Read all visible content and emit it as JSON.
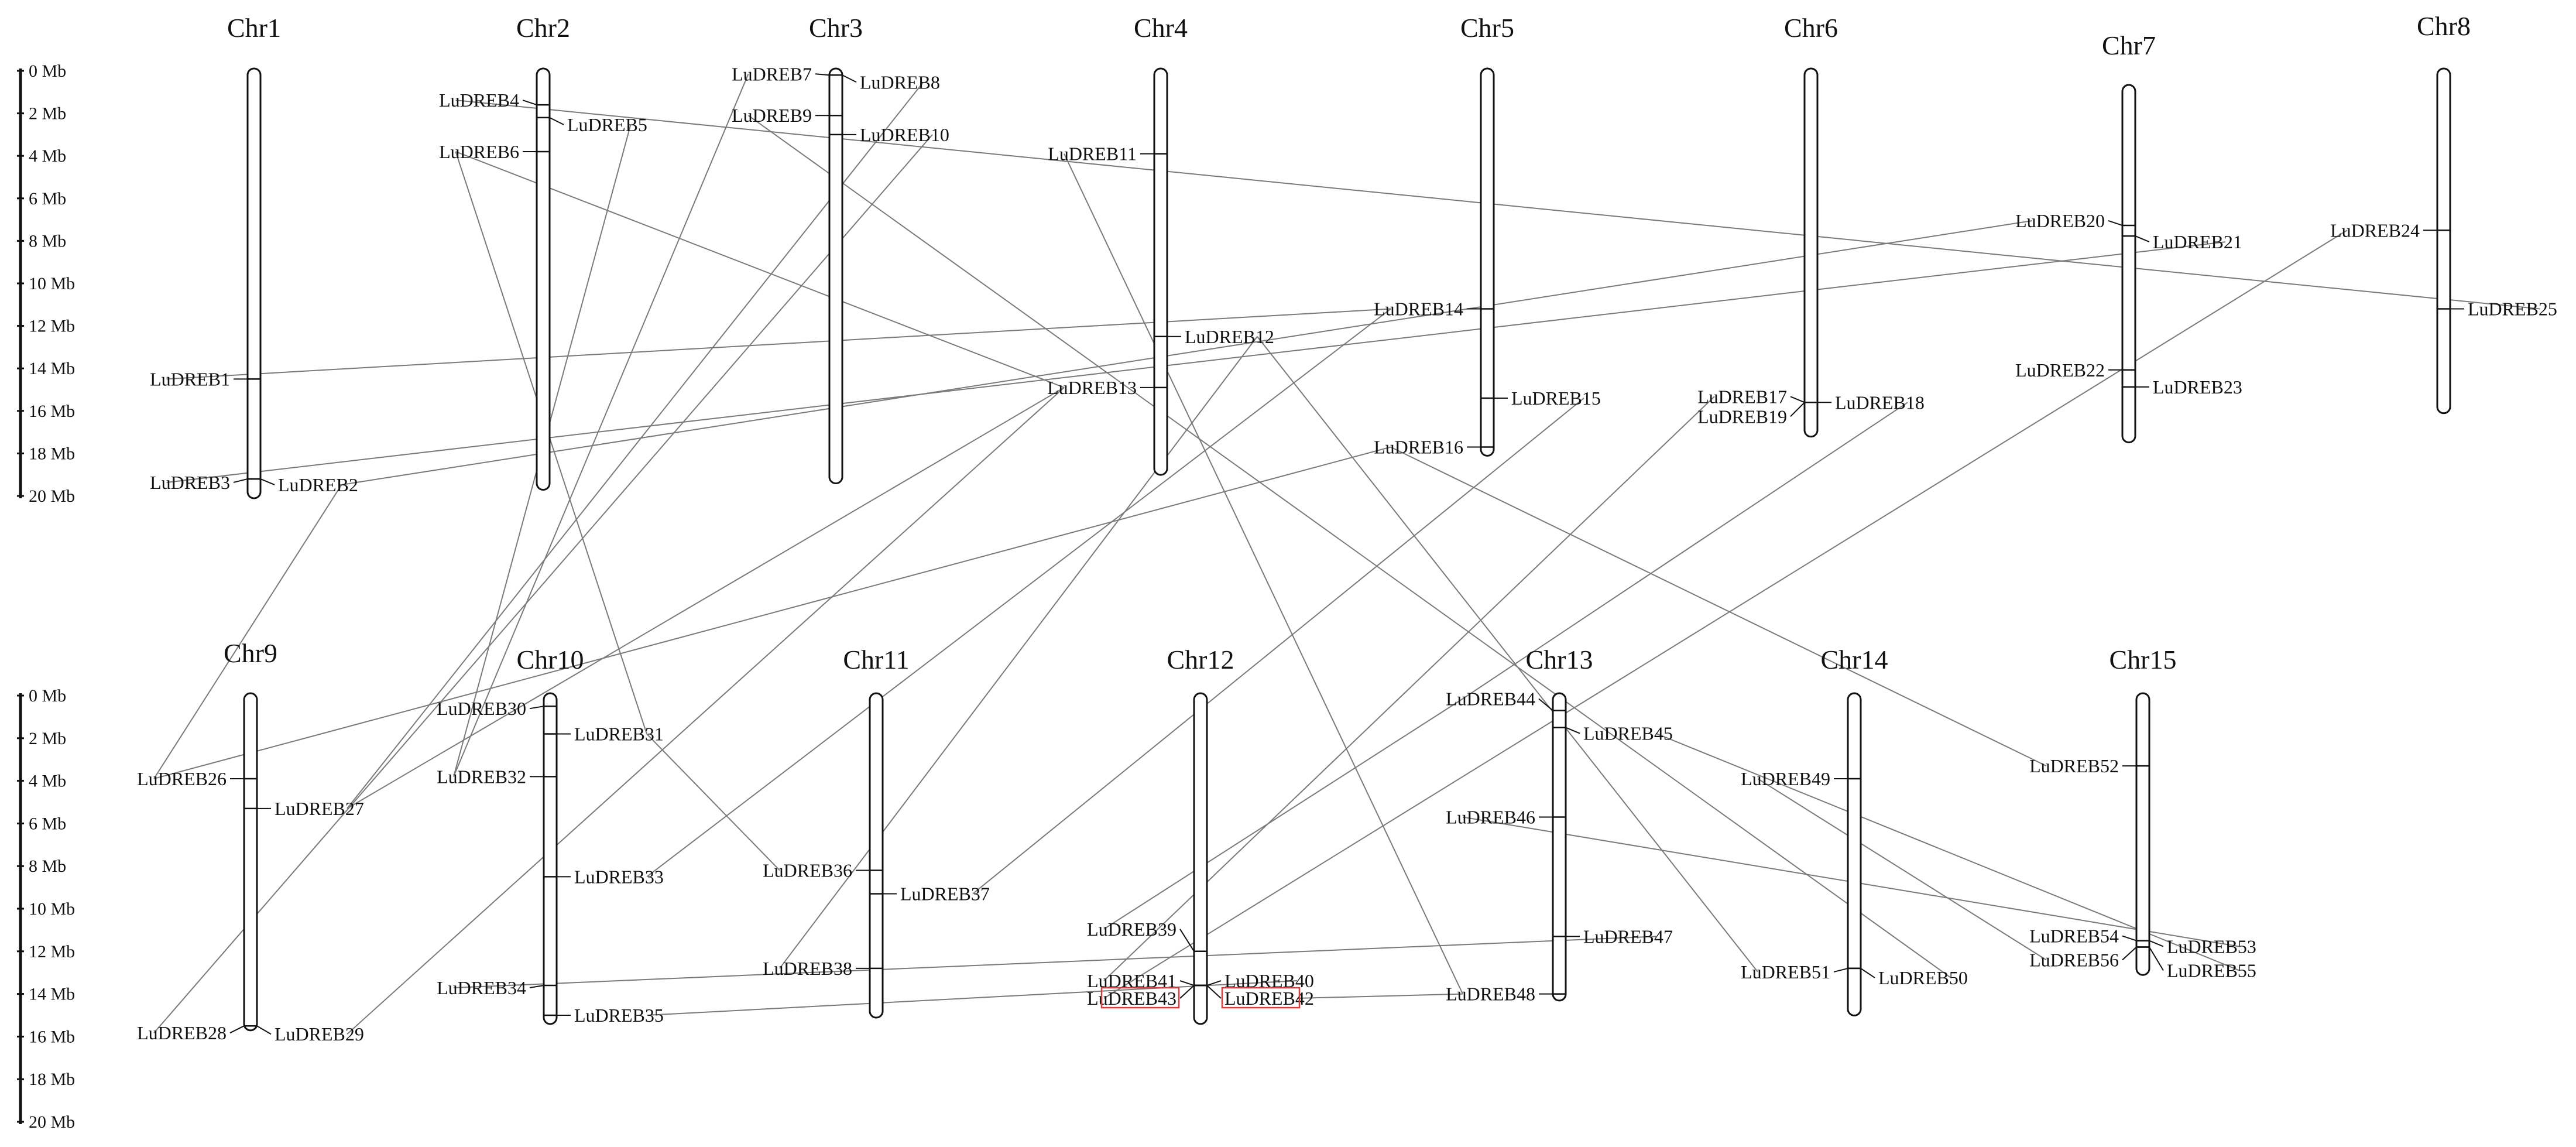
{
  "figure": {
    "accent_color": "#d93c3c",
    "line_color": "#7a7a7a",
    "ink_color": "#111111"
  },
  "scale": {
    "unit": "Mb",
    "ticks": [
      "0 Mb",
      "2 Mb",
      "4 Mb",
      "6 Mb",
      "8 Mb",
      "10 Mb",
      "12 Mb",
      "14 Mb",
      "16 Mb",
      "18 Mb",
      "20 Mb"
    ]
  },
  "chromosomes": [
    {
      "name": "Chr1",
      "length_mb": 20.0
    },
    {
      "name": "Chr2",
      "length_mb": 19.6
    },
    {
      "name": "Chr3",
      "length_mb": 19.3
    },
    {
      "name": "Chr4",
      "length_mb": 18.9
    },
    {
      "name": "Chr5",
      "length_mb": 18.0
    },
    {
      "name": "Chr6",
      "length_mb": 17.1
    },
    {
      "name": "Chr7",
      "length_mb": 16.6
    },
    {
      "name": "Chr8",
      "length_mb": 16.0
    },
    {
      "name": "Chr9",
      "length_mb": 15.6
    },
    {
      "name": "Chr10",
      "length_mb": 15.3
    },
    {
      "name": "Chr11",
      "length_mb": 15.0
    },
    {
      "name": "Chr12",
      "length_mb": 15.3
    },
    {
      "name": "Chr13",
      "length_mb": 14.2
    },
    {
      "name": "Chr14",
      "length_mb": 14.9
    },
    {
      "name": "Chr15",
      "length_mb": 13.0
    }
  ],
  "genes": [
    {
      "name": "LuDREB1",
      "chr": "Chr1",
      "pos_mb": 14.5,
      "side": "L"
    },
    {
      "name": "LuDREB2",
      "chr": "Chr1",
      "pos_mb": 19.2,
      "side": "R"
    },
    {
      "name": "LuDREB3",
      "chr": "Chr1",
      "pos_mb": 19.2,
      "side": "L"
    },
    {
      "name": "LuDREB4",
      "chr": "Chr2",
      "pos_mb": 1.6,
      "side": "L"
    },
    {
      "name": "LuDREB5",
      "chr": "Chr2",
      "pos_mb": 2.2,
      "side": "R"
    },
    {
      "name": "LuDREB6",
      "chr": "Chr2",
      "pos_mb": 3.8,
      "side": "L"
    },
    {
      "name": "LuDREB7",
      "chr": "Chr3",
      "pos_mb": 0.2,
      "side": "L"
    },
    {
      "name": "LuDREB8",
      "chr": "Chr3",
      "pos_mb": 0.2,
      "side": "R"
    },
    {
      "name": "LuDREB9",
      "chr": "Chr3",
      "pos_mb": 2.1,
      "side": "L"
    },
    {
      "name": "LuDREB10",
      "chr": "Chr3",
      "pos_mb": 3.0,
      "side": "R"
    },
    {
      "name": "LuDREB11",
      "chr": "Chr4",
      "pos_mb": 3.9,
      "side": "L"
    },
    {
      "name": "LuDREB12",
      "chr": "Chr4",
      "pos_mb": 12.5,
      "side": "R"
    },
    {
      "name": "LuDREB13",
      "chr": "Chr4",
      "pos_mb": 14.9,
      "side": "L"
    },
    {
      "name": "LuDREB14",
      "chr": "Chr5",
      "pos_mb": 11.2,
      "side": "L"
    },
    {
      "name": "LuDREB15",
      "chr": "Chr5",
      "pos_mb": 15.4,
      "side": "R"
    },
    {
      "name": "LuDREB16",
      "chr": "Chr5",
      "pos_mb": 17.7,
      "side": "L"
    },
    {
      "name": "LuDREB17",
      "chr": "Chr6",
      "pos_mb": 15.6,
      "side": "L"
    },
    {
      "name": "LuDREB18",
      "chr": "Chr6",
      "pos_mb": 15.6,
      "side": "R"
    },
    {
      "name": "LuDREB19",
      "chr": "Chr6",
      "pos_mb": 15.6,
      "side": "L"
    },
    {
      "name": "LuDREB20",
      "chr": "Chr7",
      "pos_mb": 6.5,
      "side": "L"
    },
    {
      "name": "LuDREB21",
      "chr": "Chr7",
      "pos_mb": 7.0,
      "side": "R"
    },
    {
      "name": "LuDREB22",
      "chr": "Chr7",
      "pos_mb": 13.3,
      "side": "L"
    },
    {
      "name": "LuDREB23",
      "chr": "Chr7",
      "pos_mb": 14.1,
      "side": "R"
    },
    {
      "name": "LuDREB24",
      "chr": "Chr8",
      "pos_mb": 7.5,
      "side": "L"
    },
    {
      "name": "LuDREB25",
      "chr": "Chr8",
      "pos_mb": 11.2,
      "side": "R"
    },
    {
      "name": "LuDREB26",
      "chr": "Chr9",
      "pos_mb": 3.9,
      "side": "L"
    },
    {
      "name": "LuDREB27",
      "chr": "Chr9",
      "pos_mb": 5.3,
      "side": "R"
    },
    {
      "name": "LuDREB28",
      "chr": "Chr9",
      "pos_mb": 15.5,
      "side": "L"
    },
    {
      "name": "LuDREB29",
      "chr": "Chr9",
      "pos_mb": 15.5,
      "side": "R"
    },
    {
      "name": "LuDREB30",
      "chr": "Chr10",
      "pos_mb": 0.5,
      "side": "L"
    },
    {
      "name": "LuDREB31",
      "chr": "Chr10",
      "pos_mb": 1.8,
      "side": "R"
    },
    {
      "name": "LuDREB32",
      "chr": "Chr10",
      "pos_mb": 3.8,
      "side": "L"
    },
    {
      "name": "LuDREB33",
      "chr": "Chr10",
      "pos_mb": 8.5,
      "side": "R"
    },
    {
      "name": "LuDREB34",
      "chr": "Chr10",
      "pos_mb": 13.6,
      "side": "L"
    },
    {
      "name": "LuDREB35",
      "chr": "Chr10",
      "pos_mb": 15.0,
      "side": "R"
    },
    {
      "name": "LuDREB36",
      "chr": "Chr11",
      "pos_mb": 8.2,
      "side": "L"
    },
    {
      "name": "LuDREB37",
      "chr": "Chr11",
      "pos_mb": 9.3,
      "side": "R"
    },
    {
      "name": "LuDREB38",
      "chr": "Chr11",
      "pos_mb": 12.8,
      "side": "L"
    },
    {
      "name": "LuDREB39",
      "chr": "Chr12",
      "pos_mb": 12.0,
      "side": "L"
    },
    {
      "name": "LuDREB40",
      "chr": "Chr12",
      "pos_mb": 13.6,
      "side": "R"
    },
    {
      "name": "LuDREB41",
      "chr": "Chr12",
      "pos_mb": 13.6,
      "side": "L"
    },
    {
      "name": "LuDREB42",
      "chr": "Chr12",
      "pos_mb": 13.6,
      "side": "R",
      "highlight": true
    },
    {
      "name": "LuDREB43",
      "chr": "Chr12",
      "pos_mb": 13.6,
      "side": "L",
      "highlight": true
    },
    {
      "name": "LuDREB44",
      "chr": "Chr13",
      "pos_mb": 0.7,
      "side": "L"
    },
    {
      "name": "LuDREB45",
      "chr": "Chr13",
      "pos_mb": 1.5,
      "side": "R"
    },
    {
      "name": "LuDREB46",
      "chr": "Chr13",
      "pos_mb": 5.7,
      "side": "L"
    },
    {
      "name": "LuDREB47",
      "chr": "Chr13",
      "pos_mb": 11.3,
      "side": "R"
    },
    {
      "name": "LuDREB48",
      "chr": "Chr13",
      "pos_mb": 14.0,
      "side": "L"
    },
    {
      "name": "LuDREB49",
      "chr": "Chr14",
      "pos_mb": 3.9,
      "side": "L"
    },
    {
      "name": "LuDREB50",
      "chr": "Chr14",
      "pos_mb": 12.8,
      "side": "R"
    },
    {
      "name": "LuDREB51",
      "chr": "Chr14",
      "pos_mb": 12.8,
      "side": "L"
    },
    {
      "name": "LuDREB52",
      "chr": "Chr15",
      "pos_mb": 3.3,
      "side": "L"
    },
    {
      "name": "LuDREB53",
      "chr": "Chr15",
      "pos_mb": 11.5,
      "side": "R"
    },
    {
      "name": "LuDREB54",
      "chr": "Chr15",
      "pos_mb": 11.5,
      "side": "L"
    },
    {
      "name": "LuDREB55",
      "chr": "Chr15",
      "pos_mb": 11.8,
      "side": "R"
    },
    {
      "name": "LuDREB56",
      "chr": "Chr15",
      "pos_mb": 11.8,
      "side": "L"
    }
  ],
  "links": [
    [
      "LuDREB1",
      "LuDREB14"
    ],
    [
      "LuDREB3",
      "LuDREB21"
    ],
    [
      "LuDREB2",
      "LuDREB20"
    ],
    [
      "LuDREB2",
      "LuDREB26"
    ],
    [
      "LuDREB4",
      "LuDREB25"
    ],
    [
      "LuDREB5",
      "LuDREB32"
    ],
    [
      "LuDREB6",
      "LuDREB31"
    ],
    [
      "LuDREB6",
      "LuDREB13"
    ],
    [
      "LuDREB7",
      "LuDREB32"
    ],
    [
      "LuDREB8",
      "LuDREB27"
    ],
    [
      "LuDREB9",
      "LuDREB50"
    ],
    [
      "LuDREB10",
      "LuDREB28"
    ],
    [
      "LuDREB11",
      "LuDREB48"
    ],
    [
      "LuDREB12",
      "LuDREB51"
    ],
    [
      "LuDREB13",
      "LuDREB27"
    ],
    [
      "LuDREB13",
      "LuDREB29"
    ],
    [
      "LuDREB14",
      "LuDREB33"
    ],
    [
      "LuDREB15",
      "LuDREB37"
    ],
    [
      "LuDREB16",
      "LuDREB26"
    ],
    [
      "LuDREB16",
      "LuDREB52"
    ],
    [
      "LuDREB17",
      "LuDREB41"
    ],
    [
      "LuDREB18",
      "LuDREB44"
    ],
    [
      "LuDREB24",
      "LuDREB43"
    ],
    [
      "LuDREB31",
      "LuDREB36"
    ],
    [
      "LuDREB34",
      "LuDREB47"
    ],
    [
      "LuDREB35",
      "LuDREB40"
    ],
    [
      "LuDREB38",
      "LuDREB12"
    ],
    [
      "LuDREB39",
      "LuDREB44"
    ],
    [
      "LuDREB42",
      "LuDREB48"
    ],
    [
      "LuDREB45",
      "LuDREB55"
    ],
    [
      "LuDREB46",
      "LuDREB53"
    ],
    [
      "LuDREB49",
      "LuDREB56"
    ]
  ]
}
